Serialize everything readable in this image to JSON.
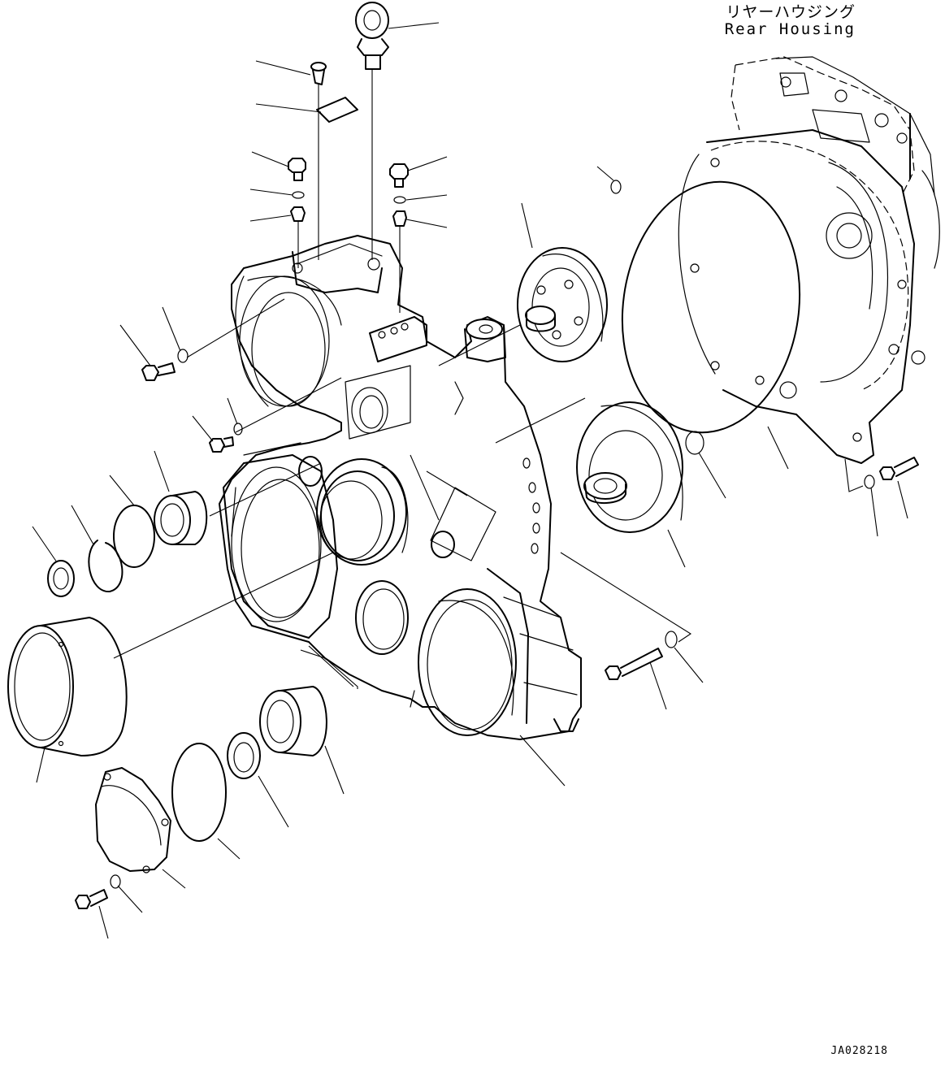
{
  "header": {
    "label_jp": "リヤーハウジング",
    "label_en": "Rear Housing"
  },
  "footer": {
    "drawing_id": "JA028218"
  }
}
